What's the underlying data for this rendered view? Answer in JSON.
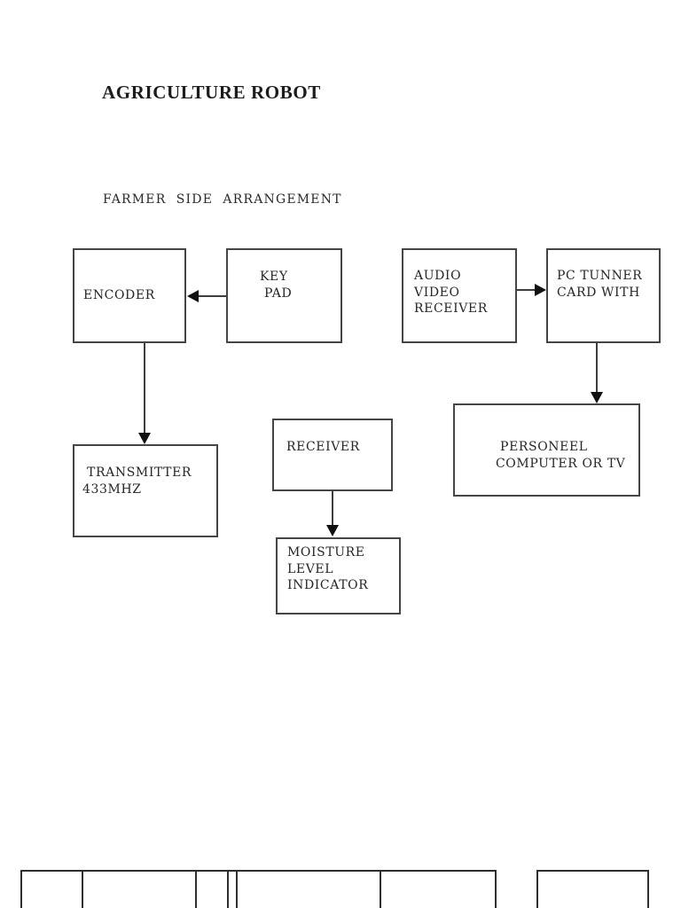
{
  "page": {
    "title": "AGRICULTURE ROBOT",
    "subtitle": "FARMER  SIDE  ARRANGEMENT"
  },
  "colors": {
    "background": "#ffffff",
    "text": "#262626",
    "box_border": "#454545",
    "arrow": "#111111"
  },
  "diagram": {
    "boxes": [
      {
        "id": "encoder",
        "label": "ENCODER"
      },
      {
        "id": "keypad",
        "label": "KEY\n PAD"
      },
      {
        "id": "audio-video-receiver",
        "label": "AUDIO\nVIDEO\nRECEIVER"
      },
      {
        "id": "pc-tunner-card",
        "label": "PC TUNNER\nCARD WITH"
      },
      {
        "id": "transmitter-433mhz",
        "label": " TRANSMITTER\n433MHZ"
      },
      {
        "id": "receiver",
        "label": "RECEIVER"
      },
      {
        "id": "personeel-computer",
        "label": " PERSONEEL\nCOMPUTER OR TV"
      },
      {
        "id": "moisture-indicator",
        "label": "MOISTURE\nLEVEL\nINDICATOR"
      }
    ],
    "connections": [
      {
        "from": "KEY PAD",
        "to": "ENCODER"
      },
      {
        "from": "AUDIO VIDEO RECEIVER",
        "to": "PC TUNNER CARD WITH"
      },
      {
        "from": "ENCODER",
        "to": "TRANSMITTER 433MHZ"
      },
      {
        "from": "PC TUNNER CARD WITH",
        "to": "PERSONEEL COMPUTER OR TV"
      },
      {
        "from": "RECEIVER",
        "to": "MOISTURE LEVEL INDICATOR"
      }
    ]
  }
}
